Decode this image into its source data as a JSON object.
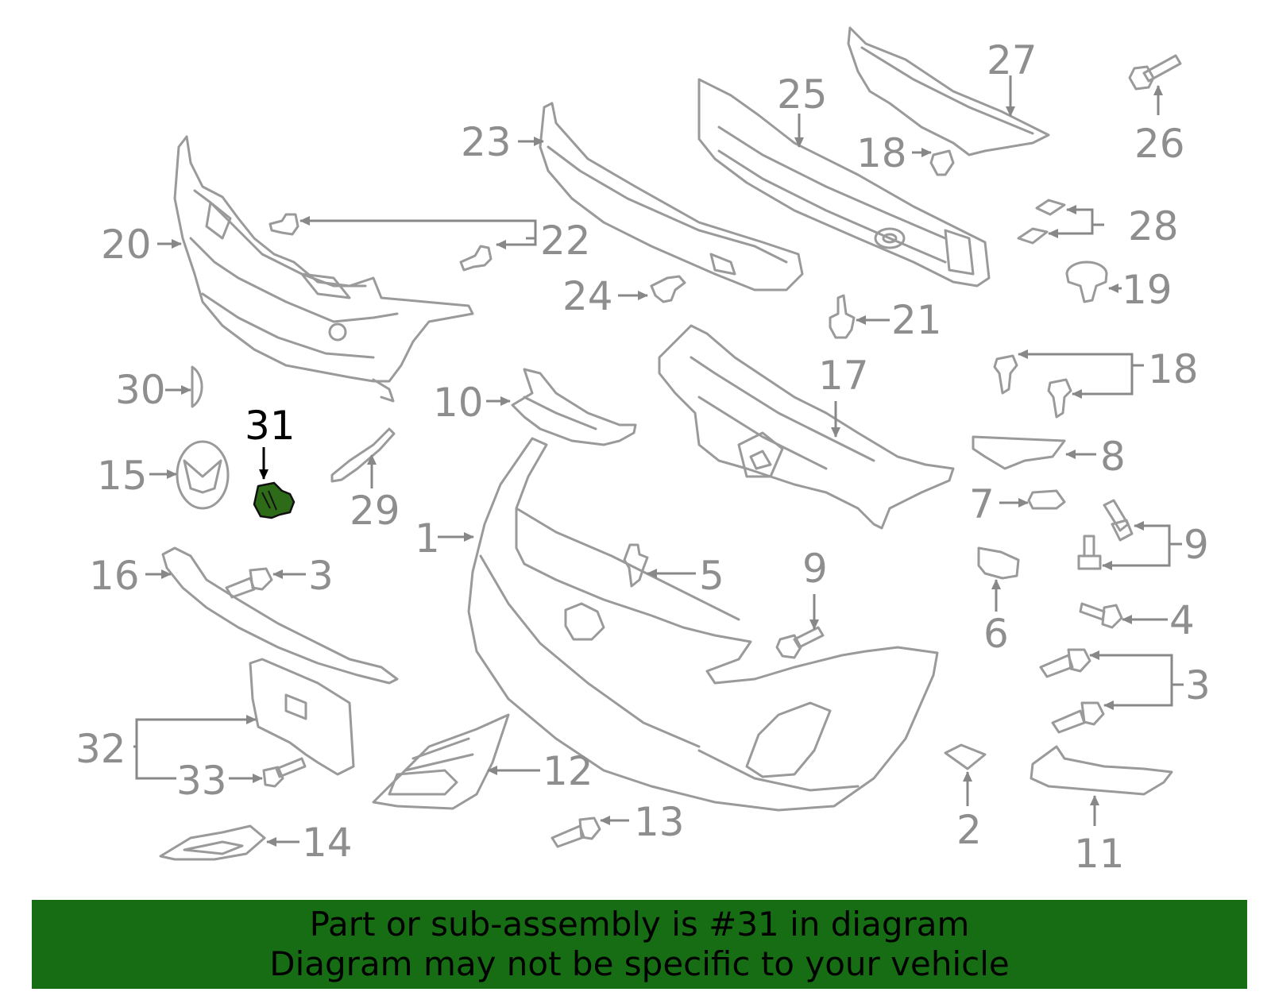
{
  "diagram": {
    "highlighted_part": "31",
    "callouts": {
      "c1": "1",
      "c2": "2",
      "c3a": "3",
      "c3b": "3",
      "c4": "4",
      "c5": "5",
      "c6": "6",
      "c7": "7",
      "c8": "8",
      "c9a": "9",
      "c9b": "9",
      "c10": "10",
      "c11": "11",
      "c12": "12",
      "c13": "13",
      "c14": "14",
      "c15": "15",
      "c16": "16",
      "c17": "17",
      "c18a": "18",
      "c18b": "18",
      "c19": "19",
      "c20": "20",
      "c21": "21",
      "c22": "22",
      "c23": "23",
      "c24": "24",
      "c25": "25",
      "c26": "26",
      "c27": "27",
      "c28": "28",
      "c29": "29",
      "c30": "30",
      "c31": "31",
      "c32": "32",
      "c33": "33"
    },
    "colors": {
      "line": "#9a9a9a",
      "highlight_fill": "#2e6b18",
      "banner": "#176d14"
    }
  },
  "banner": {
    "line1": "Part or sub-assembly is #31 in diagram",
    "line2": "Diagram may not be specific to your vehicle"
  }
}
